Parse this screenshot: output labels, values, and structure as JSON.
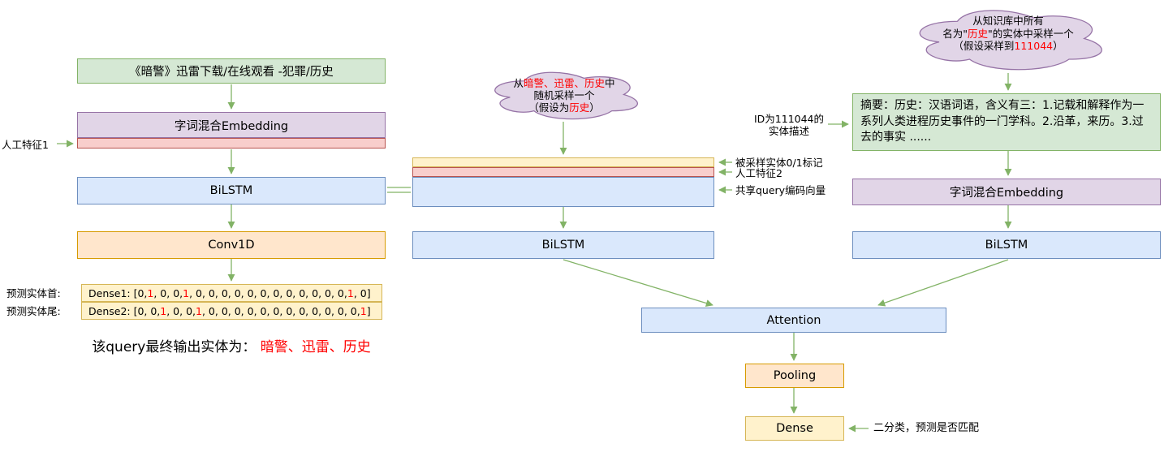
{
  "palette": {
    "green_fill": "#d5e8d4",
    "green_stroke": "#82b366",
    "purple_fill": "#e1d5e7",
    "purple_stroke": "#9673a6",
    "blue_fill": "#dae8fc",
    "blue_stroke": "#6c8ebf",
    "orange_fill": "#ffe6cc",
    "orange_stroke": "#d79b00",
    "yellow_fill": "#fff2cc",
    "yellow_stroke": "#d6b656",
    "pink_fill": "#f8cecc",
    "pink_stroke": "#b85450",
    "arrow_color": "#82b366",
    "highlight_color": "#ff0000"
  },
  "left": {
    "query": "《暗警》迅雷下载/在线观看 -犯罪/历史",
    "embedding": "字词混合Embedding",
    "feature1_label": "人工特征1",
    "bilstm": "BiLSTM",
    "conv": "Conv1D",
    "head_label": "预测实体首:",
    "tail_label": "预测实体尾:",
    "dense1": [
      {
        "t": "Dense1: [0, "
      },
      {
        "t": "1",
        "red": true
      },
      {
        "t": ", 0, 0, "
      },
      {
        "t": "1",
        "red": true
      },
      {
        "t": ", 0, 0, 0, 0, 0, 0, 0, 0, 0, 0, 0, 0, "
      },
      {
        "t": "1",
        "red": true
      },
      {
        "t": ", 0]"
      }
    ],
    "dense2": [
      {
        "t": "Dense2: [0, 0, "
      },
      {
        "t": "1",
        "red": true
      },
      {
        "t": ", 0, 0, "
      },
      {
        "t": "1",
        "red": true
      },
      {
        "t": ", 0, 0, 0, 0, 0, 0, 0, 0, 0, 0, 0, 0, "
      },
      {
        "t": "1",
        "red": true
      },
      {
        "t": "]"
      }
    ],
    "output": [
      {
        "t": "该query最终输出实体为： "
      },
      {
        "t": "暗警、迅雷、历史",
        "red": true
      }
    ]
  },
  "middle": {
    "cloud": {
      "line1": [
        {
          "t": "从"
        },
        {
          "t": "暗警、迅雷、历史",
          "red": true
        },
        {
          "t": "中"
        }
      ],
      "line2": [
        {
          "t": "随机采样一个"
        }
      ],
      "line3": [
        {
          "t": "（假设为"
        },
        {
          "t": "历史",
          "red": true
        },
        {
          "t": "）"
        }
      ]
    },
    "mask_label": "被采样实体0/1标记",
    "feature2_label": "人工特征2",
    "shared_label": "共享query编码向量",
    "bilstm": "BiLSTM"
  },
  "right": {
    "cloud": {
      "line1": [
        {
          "t": "从知识库中所有"
        }
      ],
      "line2": [
        {
          "t": "名为\""
        },
        {
          "t": "历史",
          "red": true
        },
        {
          "t": "\"的实体中采样一个"
        }
      ],
      "line3": [
        {
          "t": "（假设采样到"
        },
        {
          "t": "111044",
          "red": true
        },
        {
          "t": "）"
        }
      ]
    },
    "id_label": "ID为111044的\n实体描述",
    "summary": "摘要：历史：汉语词语，含义有三：1.记载和解释作为一系列人类进程历史事件的一门学科。2.沿革，来历。3.过去的事实 ......",
    "embedding": "字词混合Embedding",
    "bilstm": "BiLSTM"
  },
  "bottom": {
    "attention": "Attention",
    "pooling": "Pooling",
    "dense": "Dense",
    "binary_label": "二分类，预测是否匹配"
  }
}
